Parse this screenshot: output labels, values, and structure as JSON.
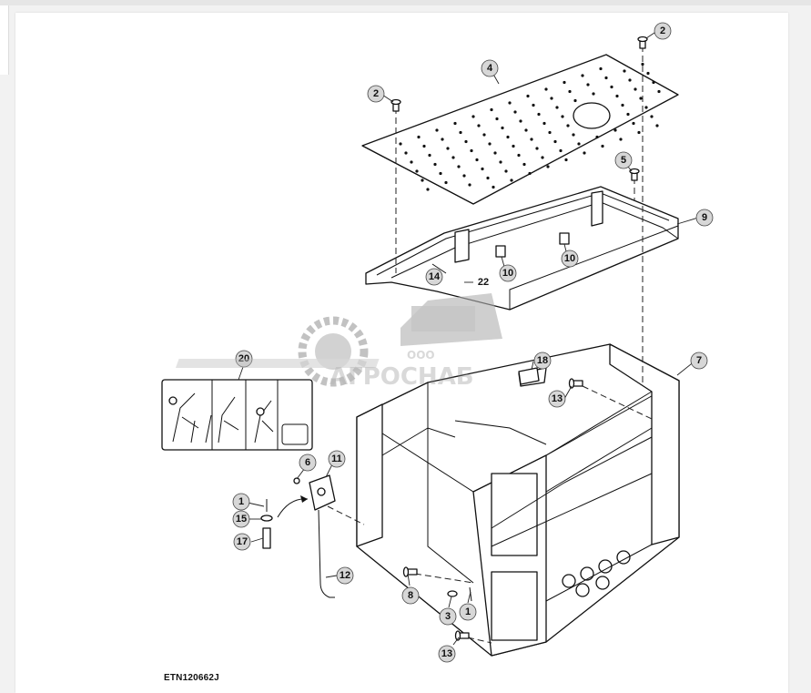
{
  "figure": {
    "id": "ETN120662J",
    "callouts": [
      "2",
      "2",
      "4",
      "5",
      "9",
      "10",
      "10",
      "14",
      "22",
      "7",
      "18",
      "13",
      "20",
      "6",
      "11",
      "1",
      "15",
      "17",
      "12",
      "8",
      "3",
      "1",
      "13"
    ]
  },
  "watermark": {
    "brand": "АГРОСНАБ",
    "prefix": "ООО"
  },
  "colors": {
    "page": "#ffffff",
    "callout_fill": "#d7d7d7",
    "line": "#111111",
    "watermark": "#8a8a8a"
  }
}
